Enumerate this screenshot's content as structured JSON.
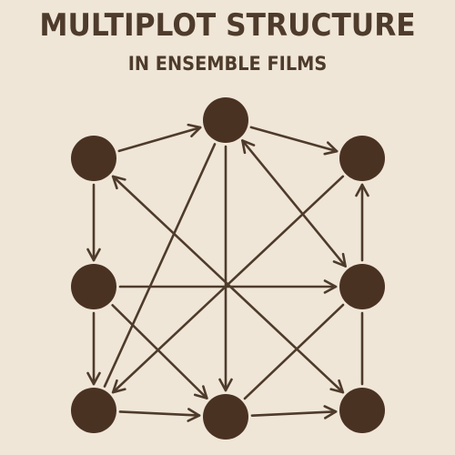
{
  "header": {
    "title": "MULTIPLOT STRUCTURE",
    "subtitle": "IN ENSEMBLE FILMS"
  },
  "colors": {
    "background": "#efe6d8",
    "node": "#4a3222",
    "edge": "#4e3b2b",
    "text": "#4e3b2b"
  },
  "diagram": {
    "nodes": [
      {
        "id": "top"
      },
      {
        "id": "upper-left"
      },
      {
        "id": "upper-right"
      },
      {
        "id": "middle-left"
      },
      {
        "id": "middle-right"
      },
      {
        "id": "bottom-left"
      },
      {
        "id": "bottom-center"
      },
      {
        "id": "bottom-right"
      }
    ],
    "edges": [
      {
        "from": "upper-left",
        "to": "top",
        "arrows": "end"
      },
      {
        "from": "top",
        "to": "upper-right",
        "arrows": "end"
      },
      {
        "from": "upper-left",
        "to": "middle-left",
        "arrows": "end"
      },
      {
        "from": "middle-left",
        "to": "bottom-left",
        "arrows": "end"
      },
      {
        "from": "bottom-left",
        "to": "bottom-center",
        "arrows": "end"
      },
      {
        "from": "bottom-center",
        "to": "bottom-right",
        "arrows": "end"
      },
      {
        "from": "middle-right",
        "to": "upper-right",
        "arrows": "end"
      },
      {
        "from": "bottom-right",
        "to": "middle-right",
        "arrows": "none"
      },
      {
        "from": "middle-left",
        "to": "middle-right",
        "arrows": "end"
      },
      {
        "from": "top",
        "to": "bottom-center",
        "arrows": "end"
      },
      {
        "from": "top",
        "to": "bottom-left",
        "arrows": "none"
      },
      {
        "from": "top",
        "to": "middle-right",
        "arrows": "both"
      },
      {
        "from": "upper-right",
        "to": "bottom-left",
        "arrows": "end"
      },
      {
        "from": "upper-left",
        "to": "bottom-right",
        "arrows": "both"
      },
      {
        "from": "middle-left",
        "to": "bottom-center",
        "arrows": "end"
      },
      {
        "from": "middle-right",
        "to": "bottom-center",
        "arrows": "none"
      }
    ]
  }
}
